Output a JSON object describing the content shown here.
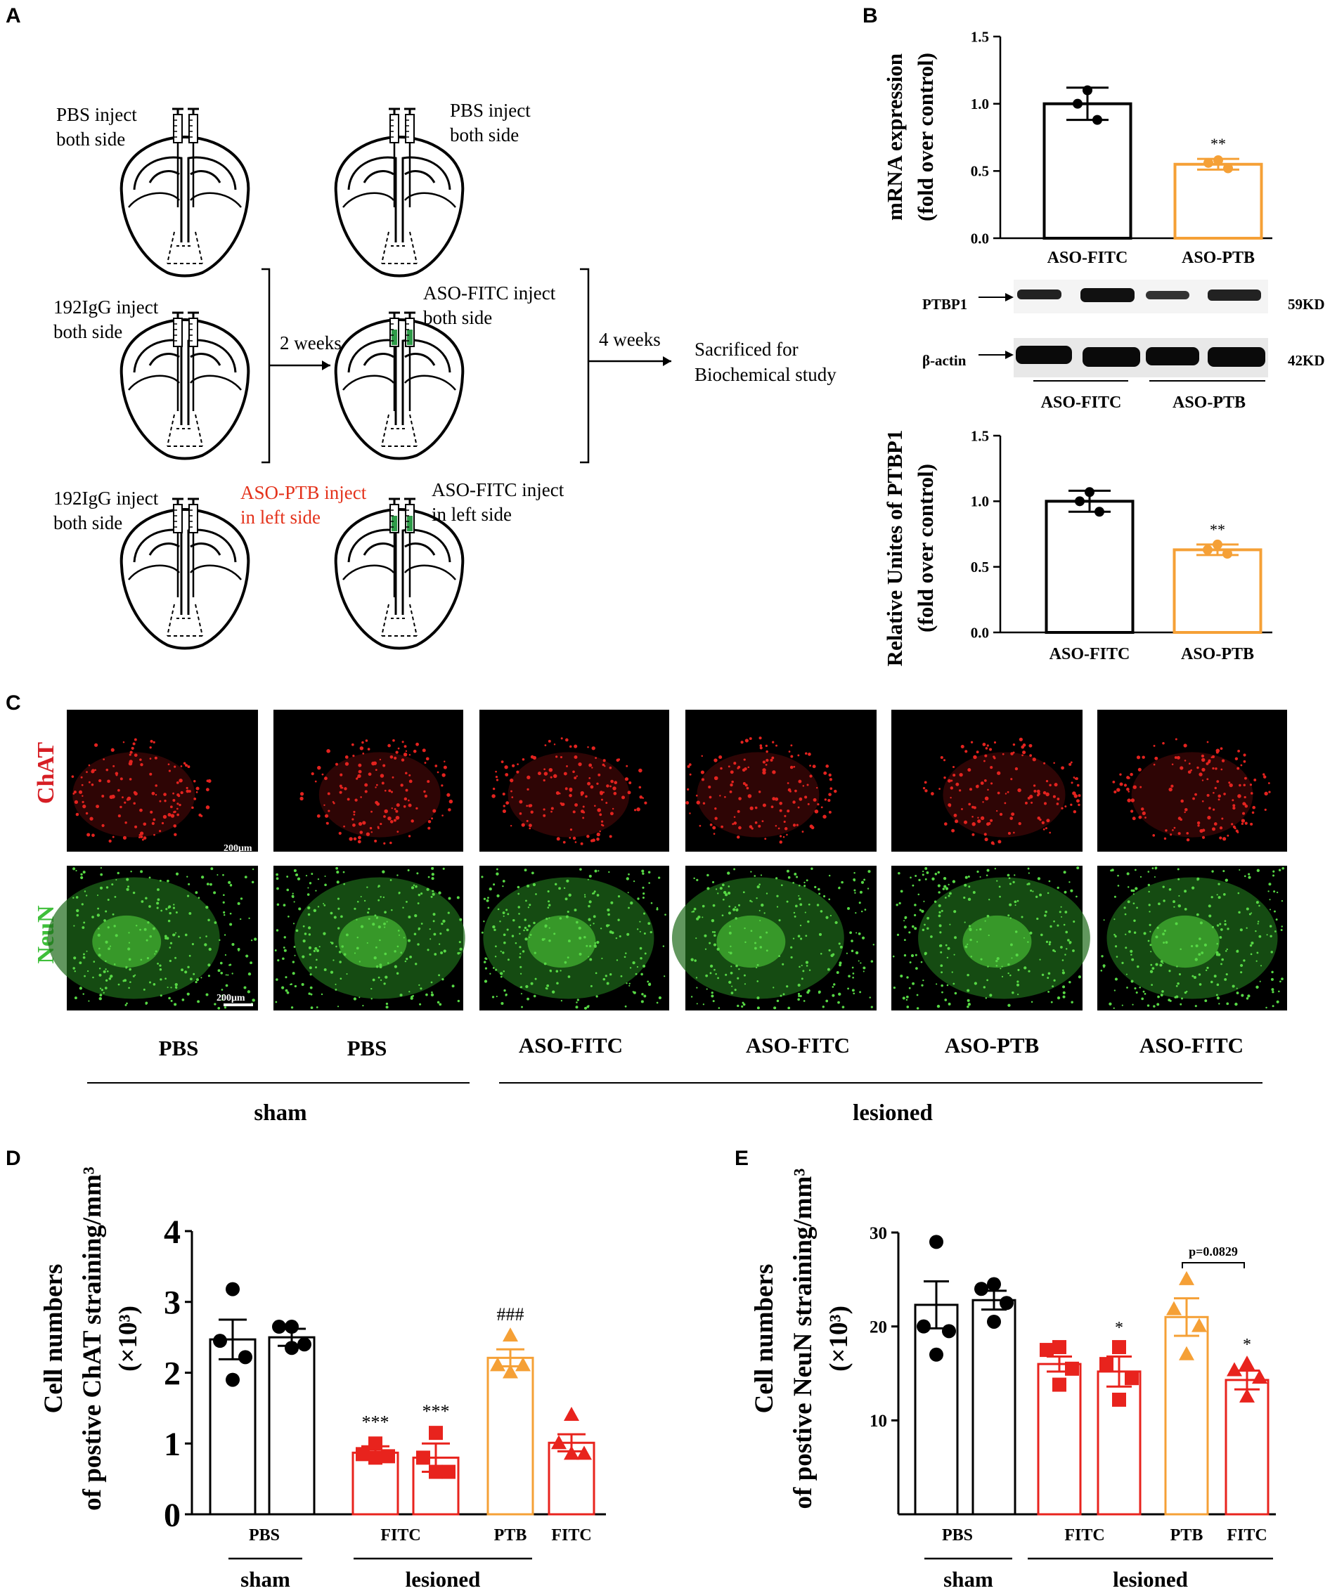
{
  "panels": {
    "a": "A",
    "b": "B",
    "c": "C",
    "d": "D",
    "e": "E"
  },
  "panel_a": {
    "r1_left": [
      "PBS inject",
      "both side"
    ],
    "r1_right": [
      "PBS inject",
      "both side"
    ],
    "r2_left": [
      "192IgG inject",
      "both side"
    ],
    "r2_right": [
      "ASO-FITC inject",
      "both side"
    ],
    "r3_left": [
      "192IgG inject",
      "both side"
    ],
    "r3_mid": [
      "ASO-PTB inject",
      "in left side"
    ],
    "r3_right": [
      "ASO-FITC inject",
      "in left side"
    ],
    "step1": "2 weeks",
    "step2": "4 weeks",
    "outcome": [
      "Sacrificed for",
      "Biochemical study"
    ]
  },
  "colors": {
    "black": "#000000",
    "orange": "#f5a036",
    "red": "#e8231d",
    "label_red": "#e4321b",
    "chat_red": "#d61e24",
    "neun_green": "#3fbf3a"
  },
  "western": {
    "rows": [
      "PTBP1",
      "β-actin"
    ],
    "sizes": [
      "59KD",
      "42KD"
    ],
    "groups": [
      "ASO-FITC",
      "ASO-PTB"
    ]
  },
  "panel_c": {
    "rows": [
      "ChAT",
      "NeuN"
    ],
    "scalebar": "200μm",
    "columns": [
      "PBS",
      "PBS",
      "ASO-FITC",
      "ASO-FITC",
      "ASO-PTB",
      "ASO-FITC"
    ],
    "groups": [
      "sham",
      "lesioned"
    ]
  },
  "chart_data": [
    {
      "id": "B1",
      "type": "bar",
      "ylabel": [
        "mRNA expression",
        "(fold over control)"
      ],
      "ylim": [
        0,
        1.5
      ],
      "yticks": [
        "0.0",
        "0.5",
        "1.0",
        "1.5"
      ],
      "categories": [
        "ASO-FITC",
        "ASO-PTB"
      ],
      "values": [
        1.0,
        0.55
      ],
      "errors": [
        0.12,
        0.04
      ],
      "points": [
        [
          1.1,
          1.0,
          0.88
        ],
        [
          0.58,
          0.56,
          0.52
        ]
      ],
      "colors": [
        "#000000",
        "#f5a036"
      ],
      "annotations": [
        "",
        "**"
      ]
    },
    {
      "id": "B2",
      "type": "bar",
      "ylabel": [
        "Relative Unites of PTBP1",
        "(fold over control)"
      ],
      "ylim": [
        0,
        1.5
      ],
      "yticks": [
        "0.0",
        "0.5",
        "1.0",
        "1.5"
      ],
      "categories": [
        "ASO-FITC",
        "ASO-PTB"
      ],
      "values": [
        1.0,
        0.63
      ],
      "errors": [
        0.08,
        0.04
      ],
      "points": [
        [
          1.07,
          1.0,
          0.92
        ],
        [
          0.67,
          0.63,
          0.6
        ]
      ],
      "colors": [
        "#000000",
        "#f5a036"
      ],
      "annotations": [
        "",
        "**"
      ]
    },
    {
      "id": "D",
      "type": "bar",
      "ylabel": [
        "Cell numbers",
        "of postive ChAT straining/mm³",
        "(×10³)"
      ],
      "ylim": [
        0,
        4
      ],
      "yticks": [
        "0",
        "1",
        "2",
        "3",
        "4"
      ],
      "categories": [
        "PBS",
        "",
        "FITC",
        "",
        "PTB",
        "FITC"
      ],
      "values": [
        2.47,
        2.5,
        0.87,
        0.8,
        2.21,
        1.01
      ],
      "errors": [
        0.28,
        0.12,
        0.09,
        0.2,
        0.12,
        0.12
      ],
      "points": [
        [
          3.18,
          2.45,
          2.22,
          1.9
        ],
        [
          2.65,
          2.65,
          2.4,
          2.35
        ],
        [
          1.0,
          0.85,
          0.82,
          0.8
        ],
        [
          1.15,
          0.8,
          0.6,
          0.6
        ],
        [
          2.52,
          2.1,
          2.1,
          2.0
        ],
        [
          1.4,
          1.0,
          0.85,
          0.85
        ]
      ],
      "colors": [
        "#000000",
        "#000000",
        "#e8231d",
        "#e8231d",
        "#f5a036",
        "#e8231d"
      ],
      "markers": [
        "circle",
        "circle",
        "square",
        "square",
        "triangle",
        "triangle"
      ],
      "annotations": [
        "",
        "",
        "***",
        "***",
        "###",
        ""
      ],
      "groups": [
        "sham",
        "lesioned"
      ]
    },
    {
      "id": "E",
      "type": "bar",
      "ylabel": [
        "Cell numbers",
        "of postive NeuN straining/mm³",
        "(×10³)"
      ],
      "ylim": [
        0,
        30
      ],
      "yticks": [
        "10",
        "20",
        "30"
      ],
      "categories": [
        "PBS",
        "",
        "FITC",
        "",
        "PTB",
        "FITC"
      ],
      "values": [
        22.3,
        22.8,
        16.0,
        15.2,
        21.0,
        14.3
      ],
      "errors": [
        2.5,
        1.0,
        0.8,
        1.6,
        2.0,
        1.0
      ],
      "points": [
        [
          29.0,
          20.0,
          19.5,
          17.0
        ],
        [
          24.5,
          24.0,
          22.5,
          20.5
        ],
        [
          17.8,
          17.5,
          15.5,
          13.8
        ],
        [
          17.8,
          16.0,
          14.5,
          12.2
        ],
        [
          25.0,
          21.8,
          20.0,
          17.0
        ],
        [
          16.0,
          15.3,
          14.5,
          12.5
        ]
      ],
      "colors": [
        "#000000",
        "#000000",
        "#e8231d",
        "#e8231d",
        "#f5a036",
        "#e8231d"
      ],
      "markers": [
        "circle",
        "circle",
        "square",
        "square",
        "triangle",
        "triangle"
      ],
      "annotations": [
        "",
        "",
        "",
        "*",
        "",
        "*"
      ],
      "bracket": "p=0.0829",
      "groups": [
        "sham",
        "lesioned"
      ]
    }
  ]
}
